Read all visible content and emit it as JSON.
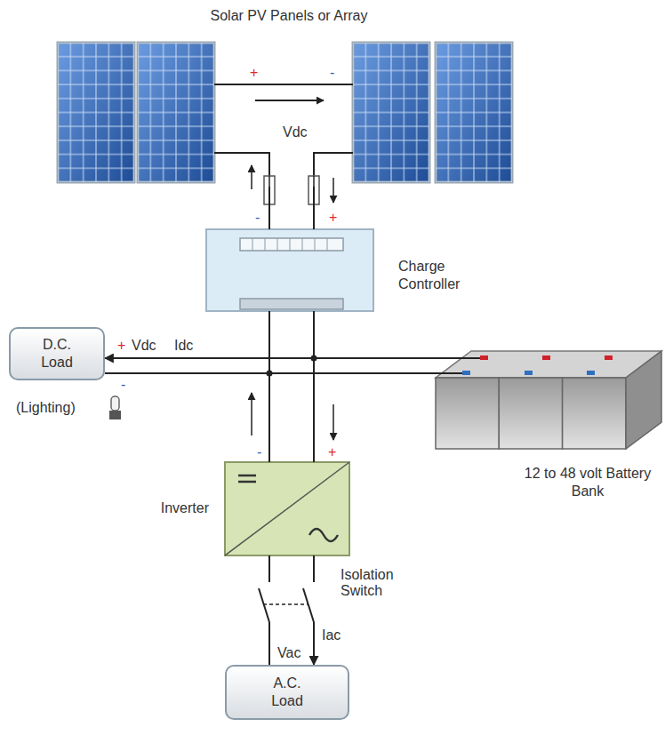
{
  "diagram": {
    "nodes": [
      {
        "text": [
          "Solar PV Panels or Array"
        ]
      },
      {
        "text": [
          "Charge Controller"
        ]
      },
      {
        "text": [
          "D.C. Load"
        ]
      },
      {
        "text": [
          "12 to 48 volt Battery Bank"
        ]
      },
      {
        "text": [
          "Inverter"
        ]
      },
      {
        "text": [
          "A.C. Load"
        ]
      }
    ],
    "edges": [
      {
        "from": 1,
        "to": 0,
        "arrow": "none"
      },
      {
        "from": 0,
        "to": 1,
        "arrow": "none"
      },
      {
        "from": 1,
        "to": 3,
        "arrow": "none"
      },
      {
        "from": 1,
        "to": 3,
        "arrow": "none"
      },
      {
        "from": 3,
        "to": 2,
        "label": "Idc",
        "arrow": "to"
      },
      {
        "from": 3,
        "to": 2,
        "arrow": "none"
      },
      {
        "from": 4,
        "to": 3,
        "arrow": "none"
      },
      {
        "from": 4,
        "to": 3,
        "arrow": "none"
      },
      {
        "from": 4,
        "to": 5,
        "label": "Iac",
        "arrow": "to"
      },
      {
        "from": 4,
        "to": 5,
        "arrow": "none"
      }
    ],
    "labels": [
      "+",
      "-",
      "Vdc",
      "-",
      "+",
      "+",
      "Vdc",
      "-",
      "(Lighting)",
      "-",
      "+",
      "Isolation Switch",
      "Vac"
    ]
  }
}
